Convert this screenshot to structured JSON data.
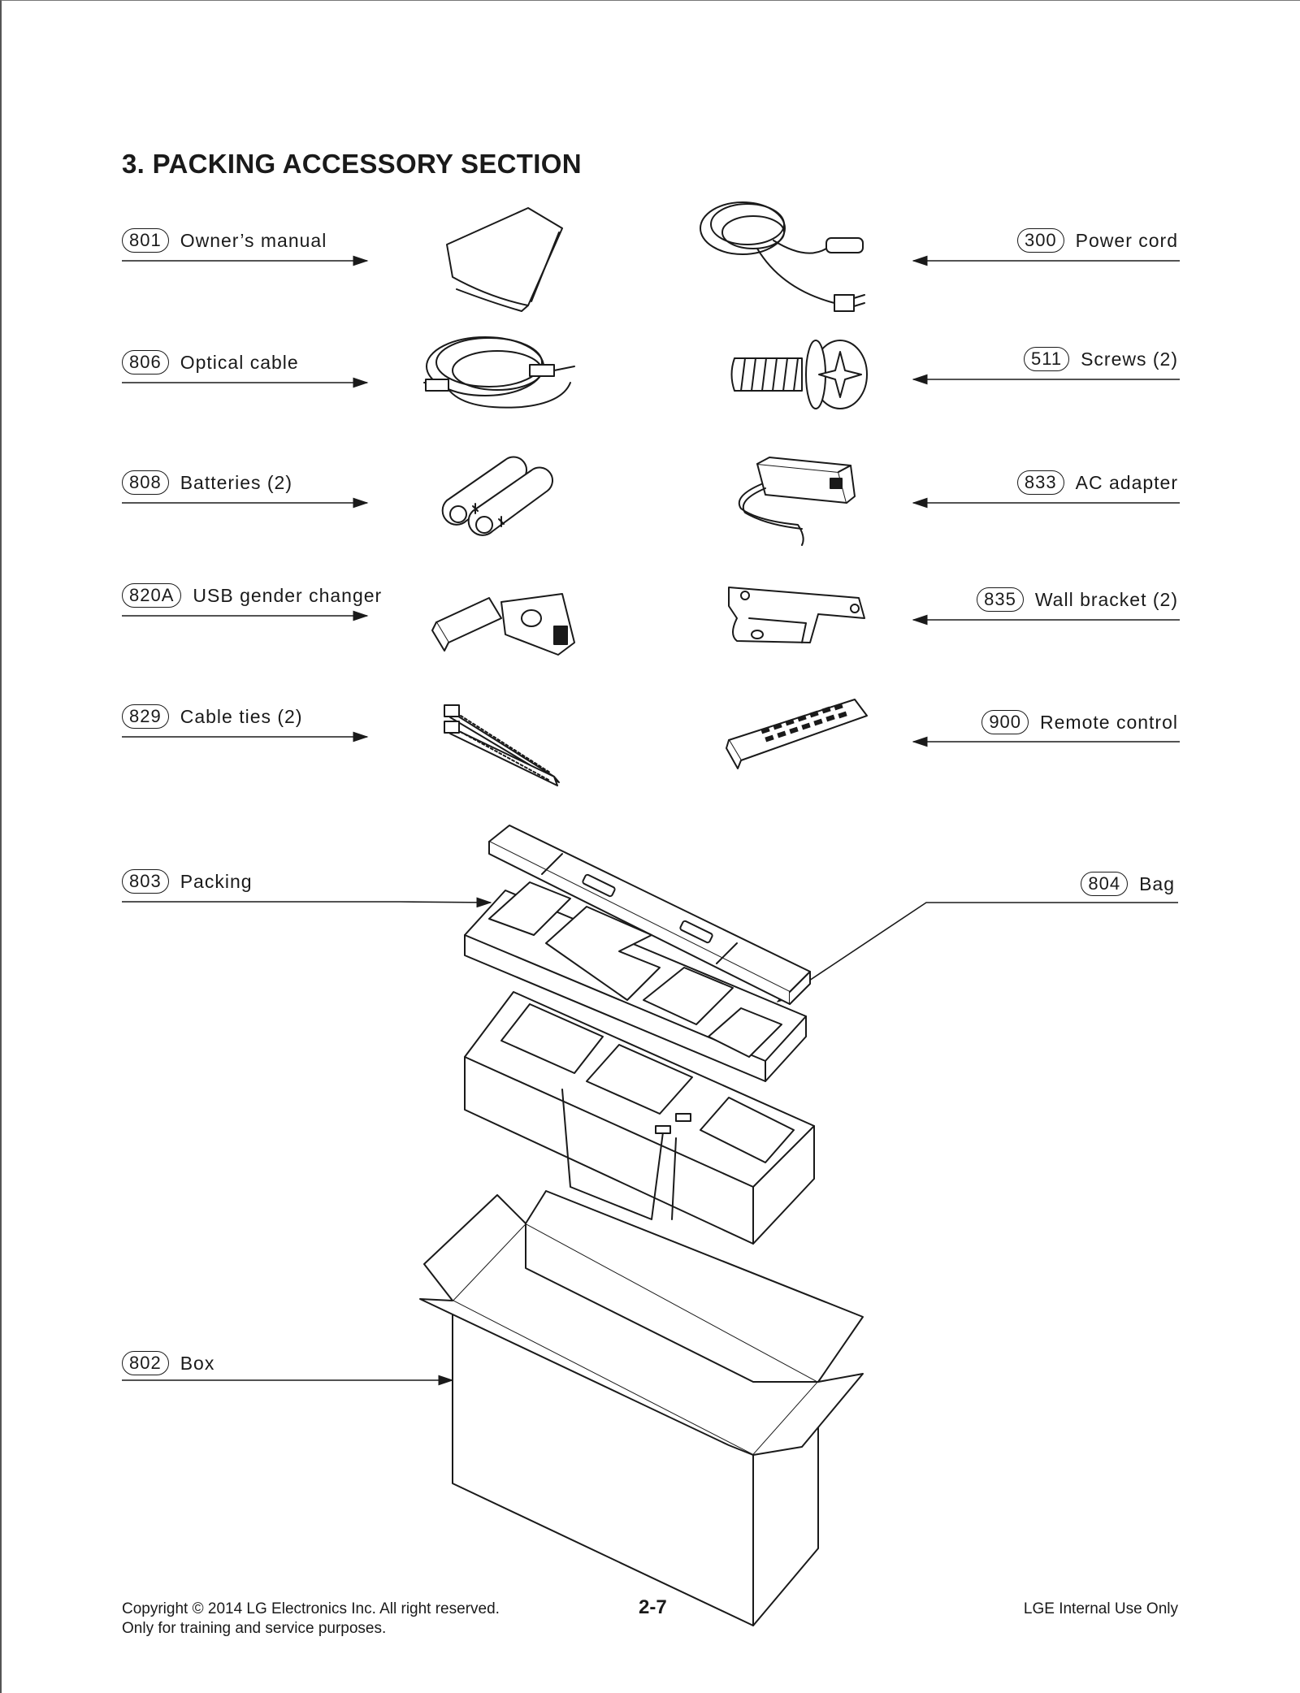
{
  "title": "3. PACKING ACCESSORY SECTION",
  "parts": [
    {
      "number": "801",
      "name": "Owner’s manual",
      "icon": "manual-icon"
    },
    {
      "number": "806",
      "name": "Optical cable",
      "icon": "optical-cable-icon"
    },
    {
      "number": "808",
      "name": "Batteries (2)",
      "icon": "batteries-icon"
    },
    {
      "number": "820A",
      "name": "USB gender changer",
      "icon": "usb-gender-changer-icon"
    },
    {
      "number": "829",
      "name": "Cable ties (2)",
      "icon": "cable-ties-icon"
    },
    {
      "number": "300",
      "name": "Power cord",
      "icon": "power-cord-icon"
    },
    {
      "number": "511",
      "name": "Screws (2)",
      "icon": "screw-icon"
    },
    {
      "number": "833",
      "name": "AC adapter",
      "icon": "ac-adapter-icon"
    },
    {
      "number": "835",
      "name": "Wall bracket (2)",
      "icon": "wall-bracket-icon"
    },
    {
      "number": "900",
      "name": "Remote control",
      "icon": "remote-control-icon"
    },
    {
      "number": "803",
      "name": "Packing",
      "icon": "packing-icon"
    },
    {
      "number": "804",
      "name": "Bag",
      "icon": "bag-icon"
    },
    {
      "number": "802",
      "name": "Box",
      "icon": "box-icon"
    }
  ],
  "footer": {
    "copyright_line1": "Copyright © 2014 LG Electronics Inc. All right reserved.",
    "copyright_line2": "Only for training and service purposes.",
    "page_number": "2-7",
    "internal": "LGE Internal Use Only"
  }
}
